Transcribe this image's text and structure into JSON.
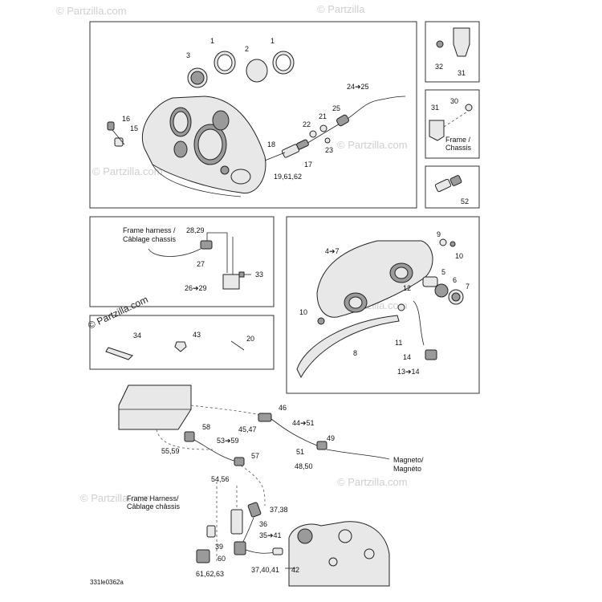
{
  "watermarks": {
    "main": "© Partzilla.com",
    "short": "© Partzilla"
  },
  "drawing_code": "331le0362a",
  "labels": {
    "top": {
      "l1a": "1",
      "l2": "2",
      "l1b": "1",
      "l3": "3",
      "l16": "16",
      "l15": "15",
      "l24_25": "24➔25",
      "l25": "25",
      "l21": "21",
      "l22": "22",
      "l23": "23",
      "l18": "18",
      "l17": "17",
      "l19_61_62": "19,61,62"
    },
    "side": {
      "l32": "32",
      "l31a": "31",
      "l31b": "31",
      "l30": "30",
      "frame1": "Frame /",
      "frame2": "Chassis",
      "l52": "52"
    },
    "harness": {
      "title1": "Frame harness /",
      "title2": "Câblage chassis",
      "l28_29": "28,29",
      "l27": "27",
      "l33": "33",
      "l26_29": "26➔29"
    },
    "light": {
      "l4_7": "4➔7",
      "l9": "9",
      "l10a": "10",
      "l5": "5",
      "l6": "6",
      "l7": "7",
      "l12": "12",
      "l10b": "10",
      "l8": "8",
      "l11": "11",
      "l14": "14",
      "l13_14": "13➔14"
    },
    "small": {
      "l34": "34",
      "l43": "43",
      "l20": "20"
    },
    "wiring": {
      "l46": "46",
      "l45_47": "45,47",
      "l44_51": "44➔51",
      "l58": "58",
      "l55_59": "55,59",
      "l53_59": "53➔59",
      "l49": "49",
      "l51": "51",
      "l48_50": "48,50",
      "magneto1": "Magneto/",
      "magneto2": "Magnéto",
      "l57": "57",
      "l54_56": "54,56",
      "frame1": "Frame Harness/",
      "frame2": "Câblage châssis",
      "l37_38": "37,38",
      "l36": "36",
      "l35_41": "35➔41",
      "l39": "39",
      "l60": "60",
      "l61_62_63": "61,62,63",
      "l37_40_41": "37,40,41",
      "l42": "42"
    }
  }
}
